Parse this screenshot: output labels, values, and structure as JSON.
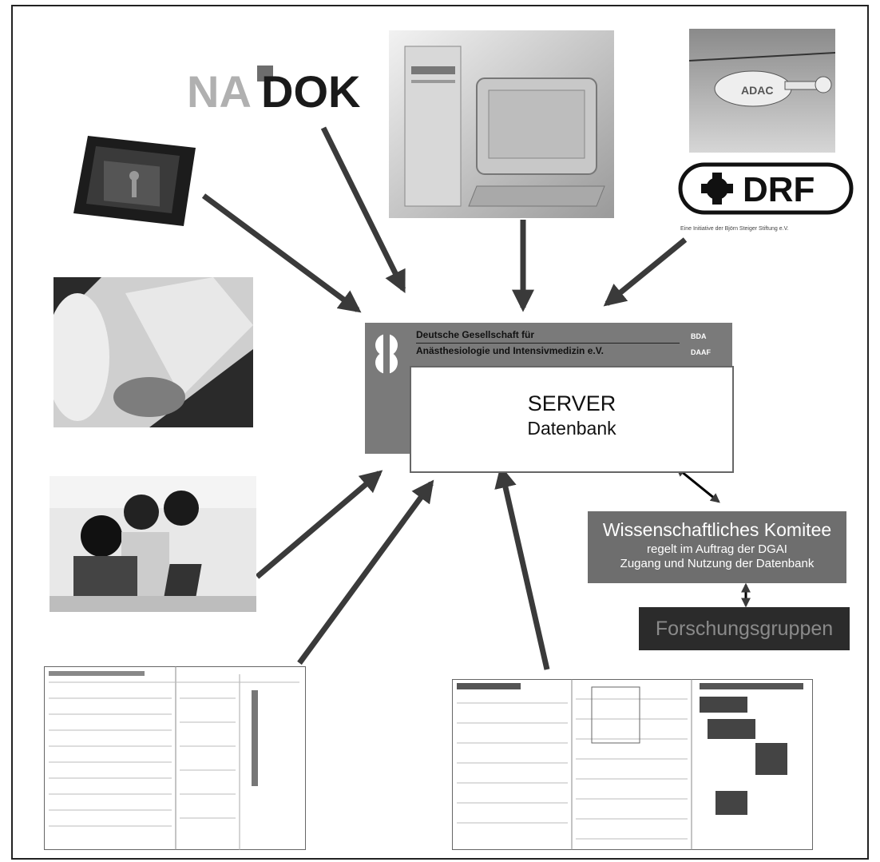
{
  "logos": {
    "nadok": {
      "part1": "NA",
      "part2": "DOK"
    },
    "drf": {
      "text": "DRF",
      "tagline": "Eine Initiative der Björn Steiger Stiftung e.V."
    },
    "helicopter_marking": "ADAC"
  },
  "server": {
    "org_line1": "Deutsche Gesellschaft für",
    "org_line2": "Anästhesiologie und Intensivmedizin e.V.",
    "tag1": "BDA",
    "tag2": "DAAF",
    "title": "SERVER",
    "subtitle": "Datenbank"
  },
  "committee": {
    "title": "Wissenschaftliches Komitee",
    "line1": "regelt im Auftrag der DGAI",
    "line2": "Zugang und Nutzung der Datenbank"
  },
  "research": {
    "label": "Forschungsgruppen"
  },
  "colors": {
    "arrow": "#3a3a3a",
    "dgai_header": "#7a7a7a",
    "committee_bg": "#6e6e6e",
    "research_bg": "#2b2b2b",
    "research_text": "#8a8a8a"
  },
  "icons": [
    "tablet-icon",
    "computer-icon",
    "helicopter-icon",
    "document-form-icon",
    "dgai-logo-icon"
  ]
}
